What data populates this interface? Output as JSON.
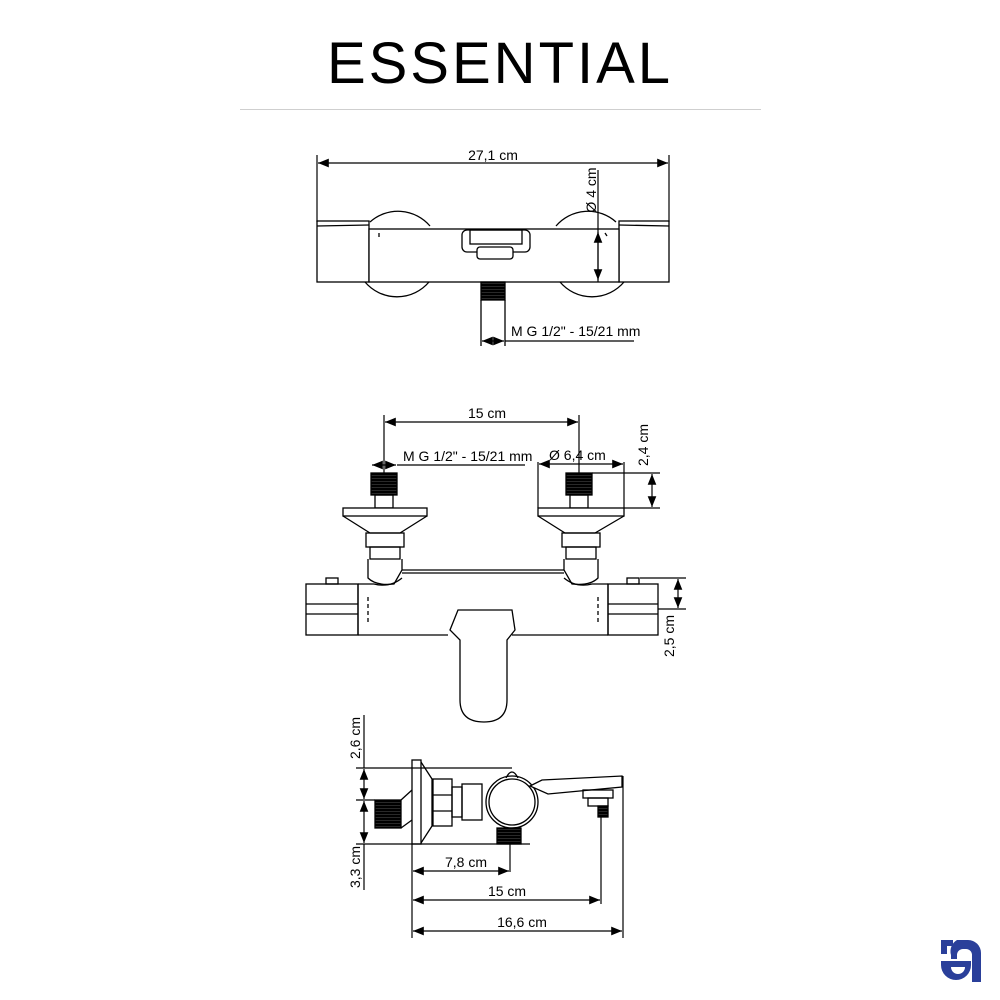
{
  "header": {
    "title": "ESSENTIAL"
  },
  "views": {
    "top_view": {
      "total_width": "27,1 cm",
      "handle_diameter": "Ø 4 cm",
      "outlet_thread": "M G 1/2\" - 15/21 mm"
    },
    "front_view": {
      "inlet_spacing": "15 cm",
      "inlet_thread": "M G 1/2\" - 15/21 mm",
      "flange_diameter": "Ø 6,4 cm",
      "flange_height": "2,4 cm",
      "body_height": "2,5 cm"
    },
    "side_view": {
      "upper_height": "2,6 cm",
      "lower_height": "3,3 cm",
      "outlet_depth": "7,8 cm",
      "spout_depth": "15 cm",
      "total_depth": "16,6 cm"
    }
  },
  "colors": {
    "line": "#000000",
    "divider": "#cfcfcf",
    "logo": "#2a3f9a"
  },
  "logo": {
    "icon": "brand-logo-icon"
  }
}
